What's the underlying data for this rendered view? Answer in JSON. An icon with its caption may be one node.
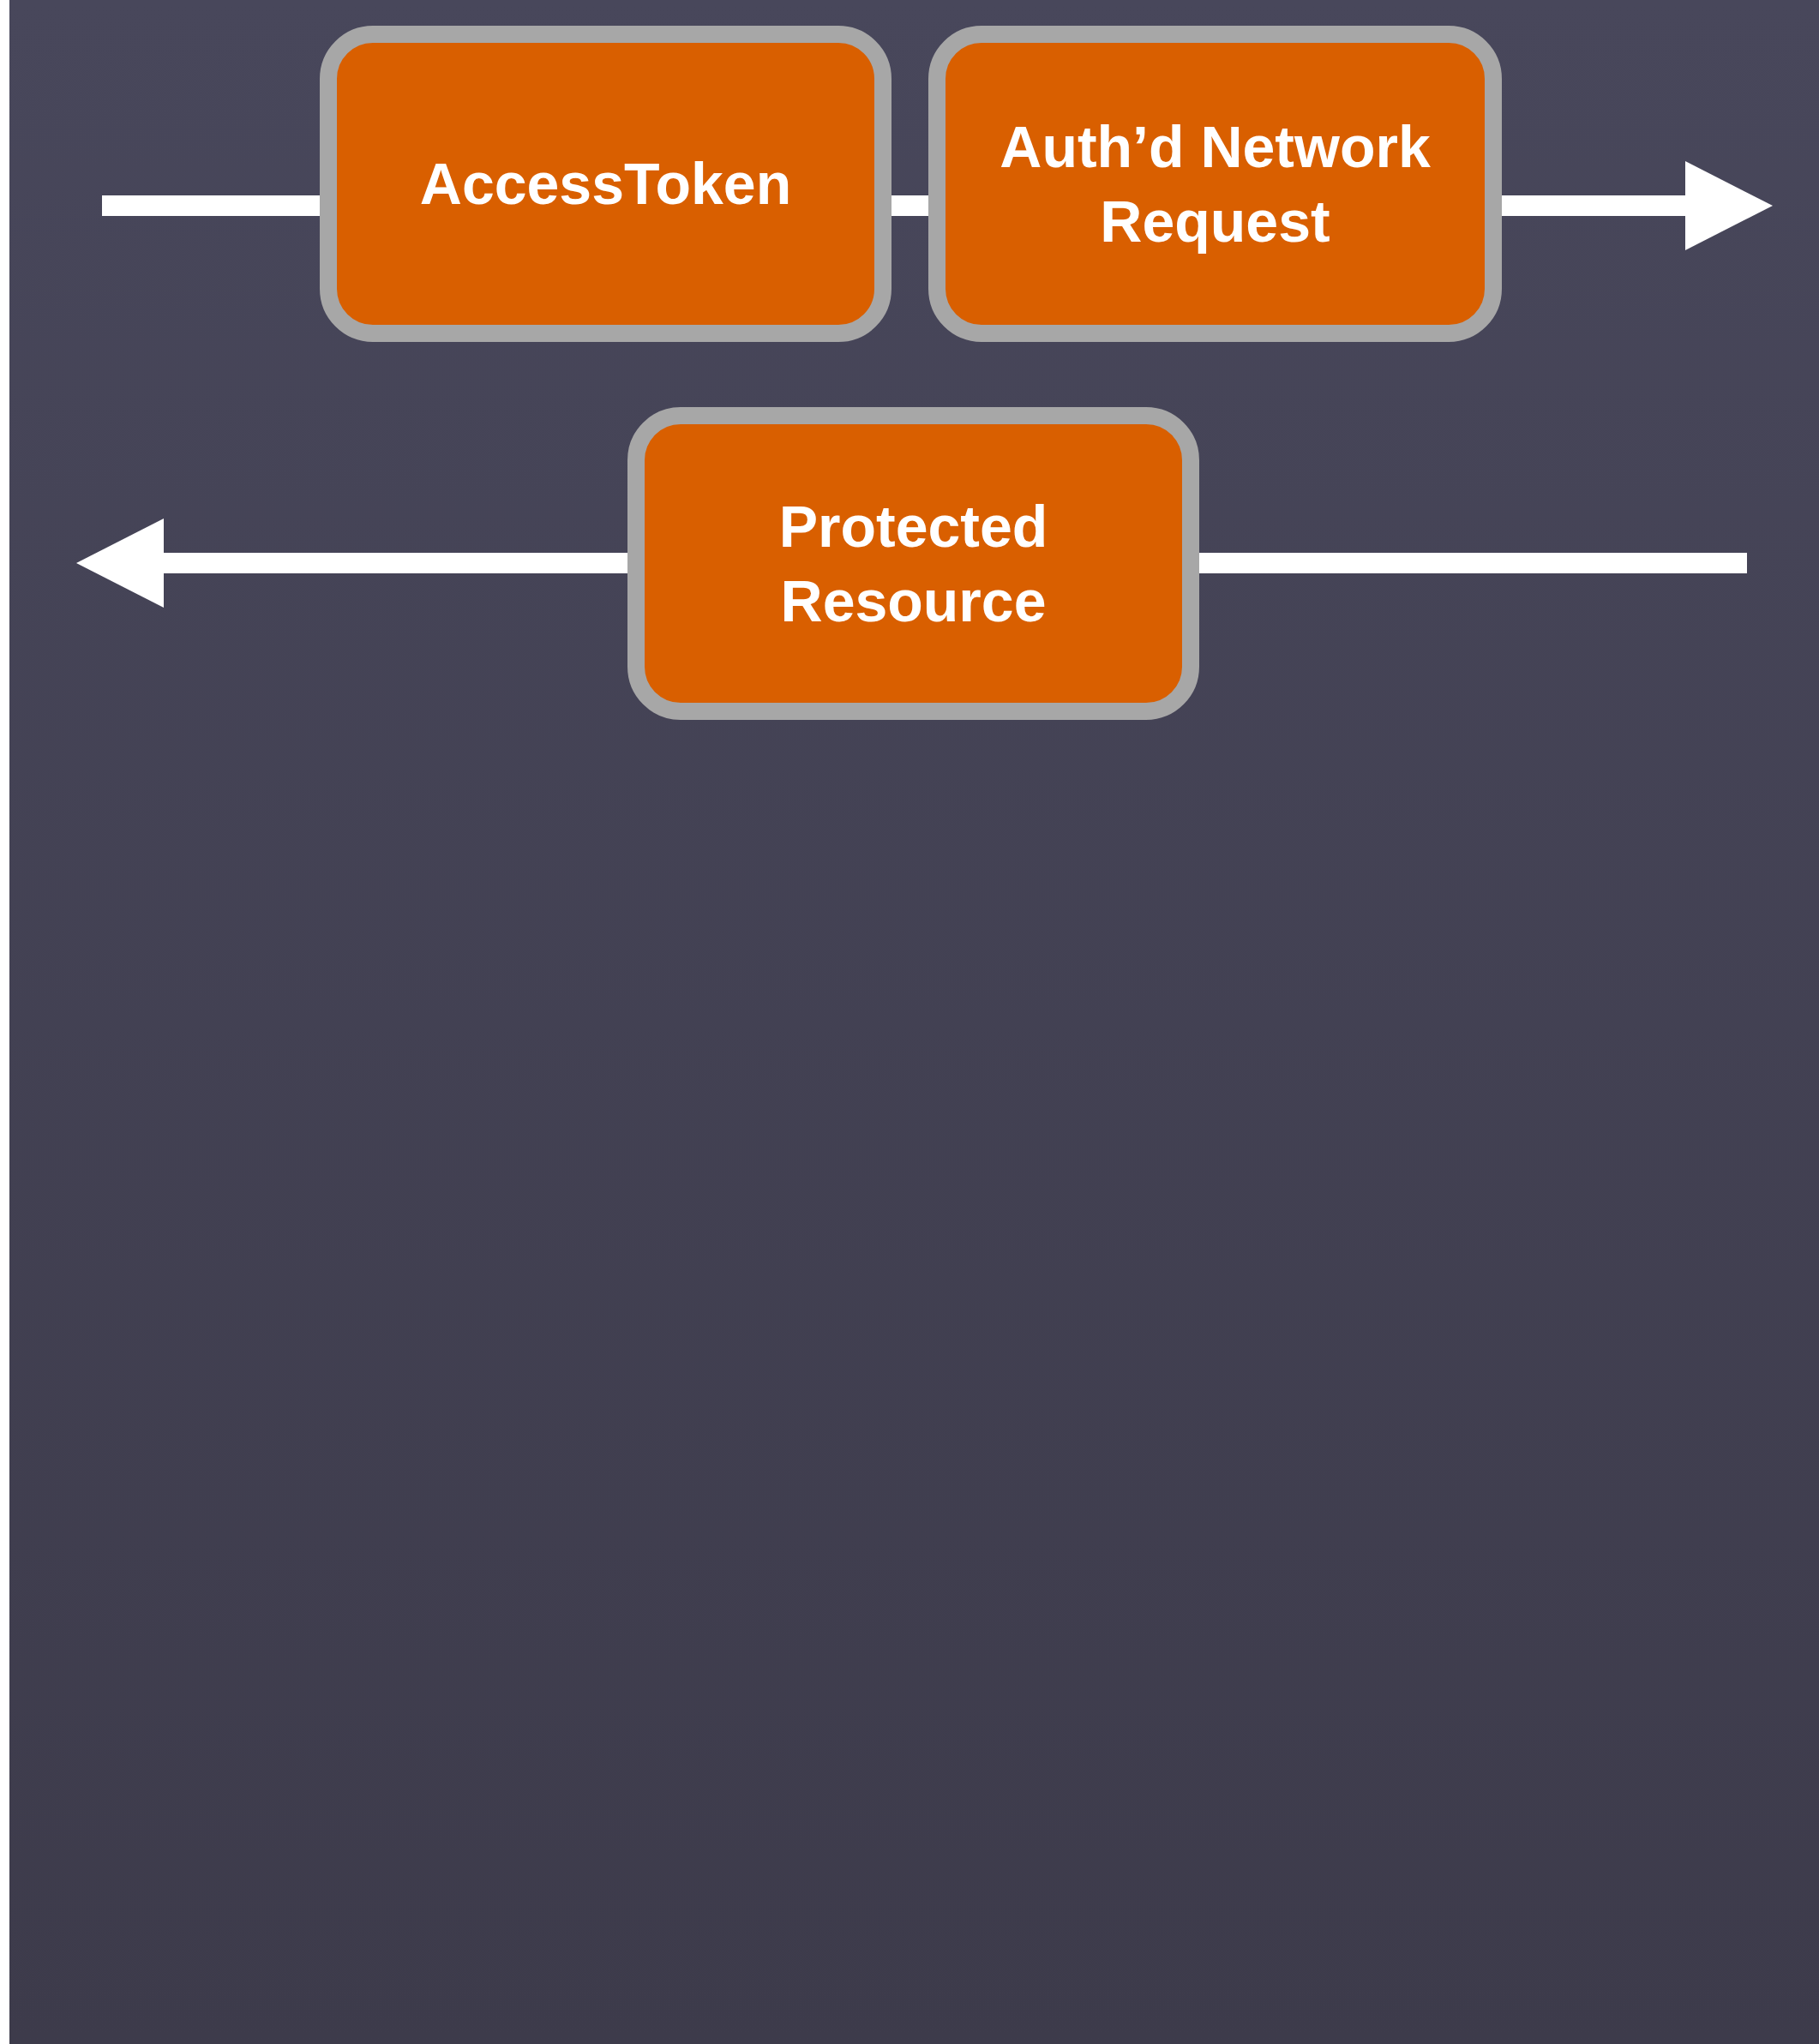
{
  "diagram": {
    "nodes": [
      {
        "text": [
          "AccessToken"
        ]
      },
      {
        "text": [
          "Auth’d Network Request"
        ]
      },
      {
        "text": [
          "Protected Resource"
        ]
      }
    ],
    "edges": [
      {
        "from": null,
        "to": 0,
        "arrow": "none"
      },
      {
        "from": 0,
        "to": 1,
        "arrow": "none"
      },
      {
        "from": 1,
        "to": null,
        "arrow": "to"
      },
      {
        "from": null,
        "to": 2,
        "arrow": "none"
      },
      {
        "from": 2,
        "to": null,
        "arrow": "to"
      }
    ]
  }
}
